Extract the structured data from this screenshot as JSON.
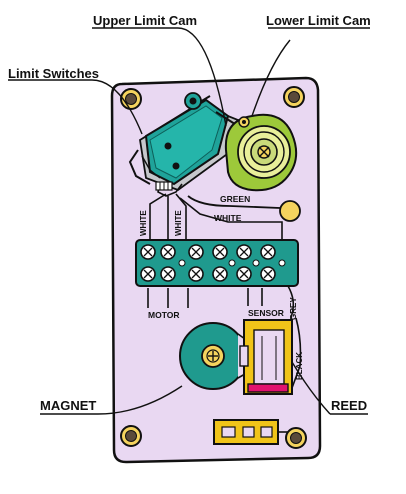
{
  "callouts": {
    "upper_limit_cam": "Upper Limit Cam",
    "lower_limit_cam": "Lower Limit Cam",
    "limit_switches": "Limit Switches",
    "magnet": "MAGNET",
    "reed": "REED"
  },
  "wire_labels": {
    "green": "GREEN",
    "white_top": "WHITE",
    "white_left_1": "WHITE",
    "white_left_2": "WHITE",
    "motor": "MOTOR",
    "sensor": "SENSOR",
    "grey": "GREY",
    "black": "BLACK"
  },
  "colors": {
    "board": "#e9d8f2",
    "switch": "#1fa39a",
    "cam": "#9dc93a",
    "terminal": "#1f9a8e",
    "magnet": "#1f9a8e",
    "reed_frame": "#f0c419",
    "reed_glass": "#e2136e",
    "screw": "#f4d35e",
    "outline": "#111111"
  }
}
